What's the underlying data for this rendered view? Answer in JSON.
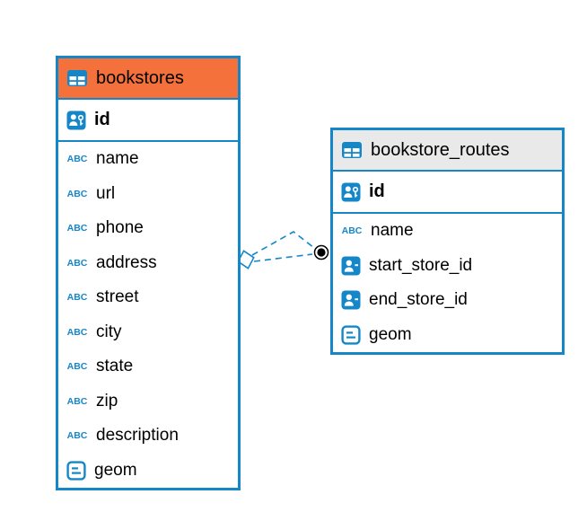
{
  "colors": {
    "table_border": "#1587c9",
    "bookstores_header_bg": "#f4713c",
    "routes_header_bg": "#e9e9e9",
    "icon_blue": "#1587c9",
    "connector_blue": "#1587c9",
    "connector_dot": "#000000",
    "text": "#000000"
  },
  "icons": {
    "text_type_label": "ABC"
  },
  "tables": {
    "bookstores": {
      "title": "bookstores",
      "pk": "id",
      "columns": [
        {
          "label": "name",
          "type": "text"
        },
        {
          "label": "url",
          "type": "text"
        },
        {
          "label": "phone",
          "type": "text"
        },
        {
          "label": "address",
          "type": "text"
        },
        {
          "label": "street",
          "type": "text"
        },
        {
          "label": "city",
          "type": "text"
        },
        {
          "label": "state",
          "type": "text"
        },
        {
          "label": "zip",
          "type": "text"
        },
        {
          "label": "description",
          "type": "text"
        },
        {
          "label": "geom",
          "type": "geometry"
        }
      ]
    },
    "bookstore_routes": {
      "title": "bookstore_routes",
      "pk": "id",
      "columns": [
        {
          "label": "name",
          "type": "text"
        },
        {
          "label": "start_store_id",
          "type": "reference"
        },
        {
          "label": "end_store_id",
          "type": "reference"
        },
        {
          "label": "geom",
          "type": "geometry"
        }
      ]
    }
  },
  "relationship": {
    "from_table": "bookstores",
    "to_table": "bookstore_routes",
    "line_style": "dashed"
  }
}
